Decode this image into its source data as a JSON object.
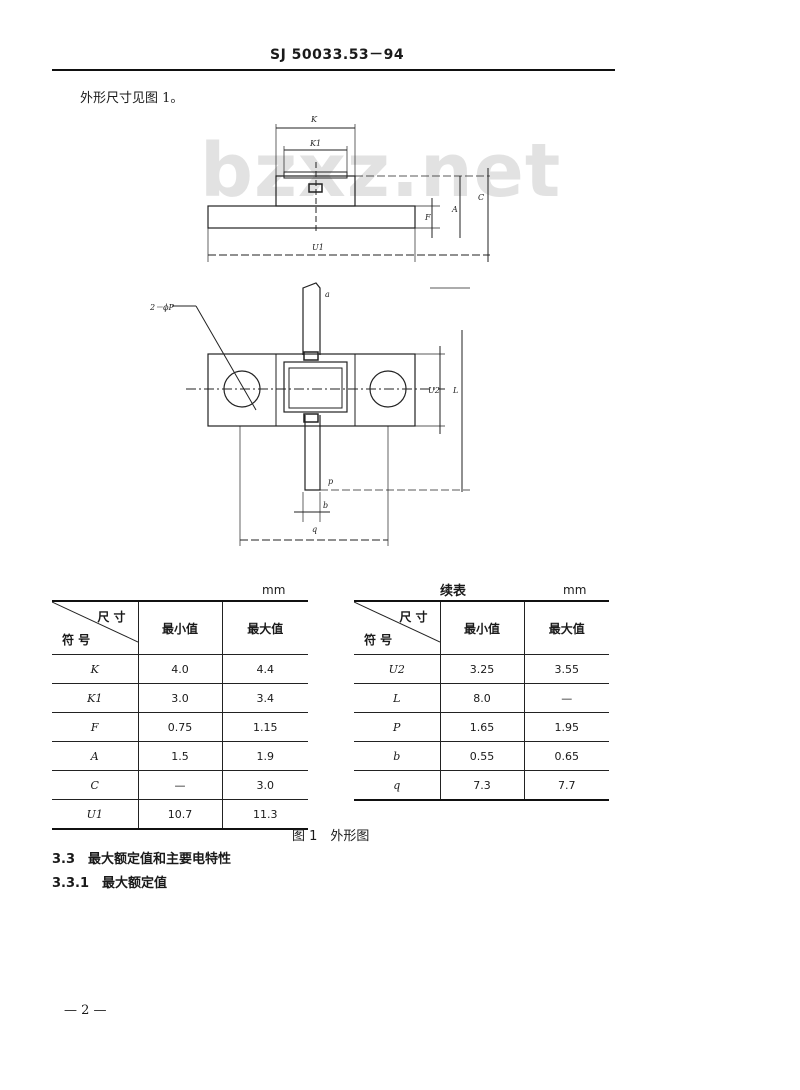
{
  "header": {
    "code": "SJ 50033.53－94"
  },
  "intro_text": "外形尺寸见图 1。",
  "watermark": "bzxz.net",
  "figure": {
    "labels": {
      "K": "K",
      "K1": "K1",
      "U1": "U1",
      "F": "F",
      "A": "A",
      "C": "C",
      "hole": "2－ϕP",
      "a": "a",
      "U2": "U2",
      "L": "L",
      "p": "p",
      "b": "b",
      "q": "q"
    }
  },
  "tables": {
    "left": {
      "unit": "mm",
      "header": {
        "corner_top": "尺 寸",
        "corner_bottom": "符 号",
        "min": "最小值",
        "max": "最大值"
      },
      "rows": [
        {
          "sym": "K",
          "min": "4.0",
          "max": "4.4"
        },
        {
          "sym": "K1",
          "min": "3.0",
          "max": "3.4"
        },
        {
          "sym": "F",
          "min": "0.75",
          "max": "1.15"
        },
        {
          "sym": "A",
          "min": "1.5",
          "max": "1.9"
        },
        {
          "sym": "C",
          "min": "—",
          "max": "3.0"
        },
        {
          "sym": "U1",
          "min": "10.7",
          "max": "11.3"
        }
      ]
    },
    "right": {
      "title": "续表",
      "unit": "mm",
      "header": {
        "corner_top": "尺 寸",
        "corner_bottom": "符 号",
        "min": "最小值",
        "max": "最大值"
      },
      "rows": [
        {
          "sym": "U2",
          "min": "3.25",
          "max": "3.55"
        },
        {
          "sym": "L",
          "min": "8.0",
          "max": "—"
        },
        {
          "sym": "P",
          "min": "1.65",
          "max": "1.95"
        },
        {
          "sym": "b",
          "min": "0.55",
          "max": "0.65"
        },
        {
          "sym": "q",
          "min": "7.3",
          "max": "7.7"
        }
      ]
    }
  },
  "caption": "图 1　外形图",
  "sections": [
    "3.3　最大额定值和主要电特性",
    "3.3.1　最大额定值"
  ],
  "page_number": "— 2 —"
}
